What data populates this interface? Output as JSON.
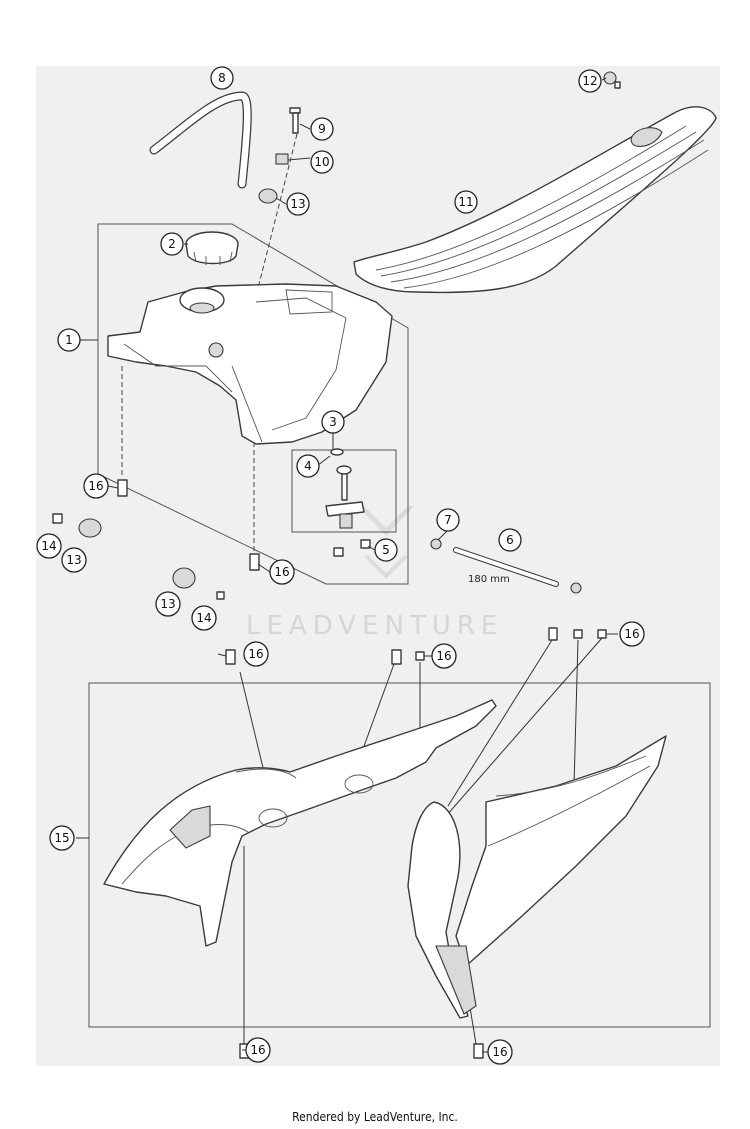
{
  "diagram": {
    "callouts": [
      "8",
      "9",
      "10",
      "13",
      "12",
      "11",
      "2",
      "1",
      "3",
      "4",
      "5",
      "16",
      "16",
      "7",
      "6",
      "14",
      "13",
      "13",
      "14",
      "16",
      "16",
      "16",
      "15",
      "16",
      "16"
    ],
    "dimension_label": "180 mm",
    "watermark": "LEADVENTURE"
  },
  "footer": {
    "credit": "Rendered by LeadVenture, Inc."
  }
}
